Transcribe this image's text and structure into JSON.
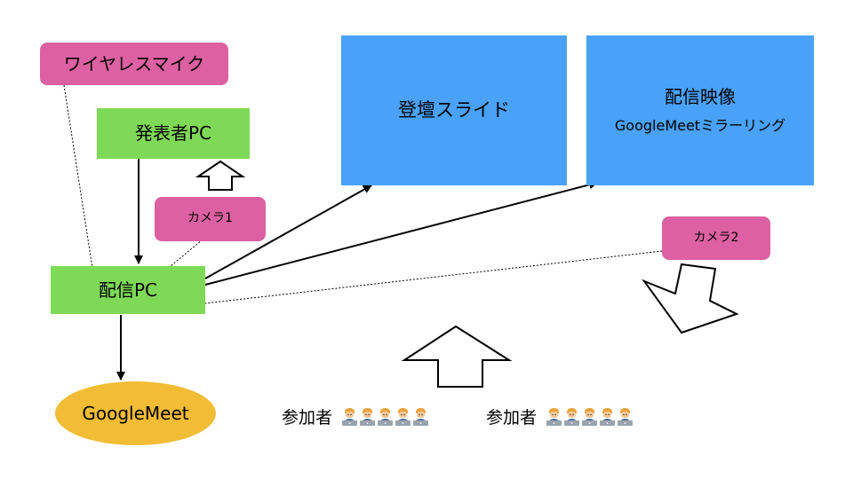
{
  "nodes": {
    "wireless_mic": "ワイヤレスマイク",
    "presenter_pc": "発表者PC",
    "camera1": "カメラ1",
    "stream_pc": "配信PC",
    "google_meet": "GoogleMeet",
    "stage_slides": "登壇スライド",
    "stream_video": {
      "title": "配信映像",
      "subtitle": "GoogleMeetミラーリング"
    },
    "camera2": "カメラ2"
  },
  "participants": [
    {
      "label": "参加者",
      "count": 5,
      "icon": "technologist-emoji-icon"
    },
    {
      "label": "参加者",
      "count": 5,
      "icon": "technologist-emoji-icon"
    }
  ],
  "colors": {
    "pink": "#dc60a2",
    "green": "#7ed957",
    "blue": "#49a1f8",
    "yellow": "#f2bc35"
  }
}
